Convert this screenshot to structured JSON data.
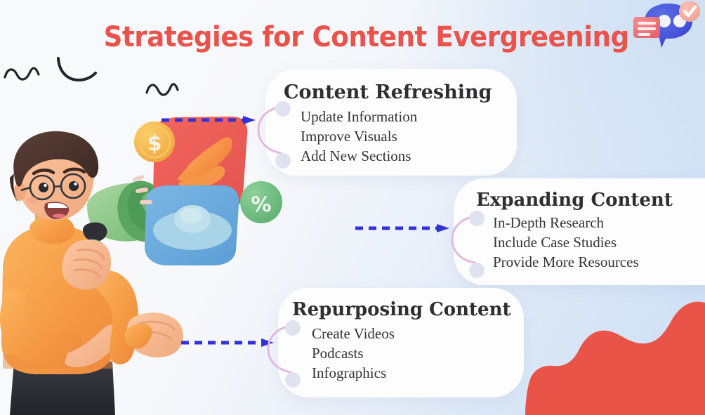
{
  "title": "Strategies for Content Evergreening",
  "colors": {
    "title_red": "#ea534c",
    "arrow_blue": "#3232d6",
    "bracket_pink": "#e3b9e0",
    "card_bg": "#fdfdfe",
    "heading_dark": "#2e2e33",
    "blob_red": "#ea5348",
    "sweater_orange": "#f59b45",
    "megaphone_green": "#8cc98a"
  },
  "cards": [
    {
      "heading": "Content Refreshing",
      "items": [
        "Update Information",
        "Improve Visuals",
        "Add New Sections"
      ]
    },
    {
      "heading": "Expanding Content",
      "items": [
        "In-Depth Research",
        "Include Case Studies",
        "Provide More Resources"
      ]
    },
    {
      "heading": "Repurposing Content",
      "items": [
        "Create Videos",
        "Podcasts",
        "Infographics"
      ]
    }
  ],
  "decorations": {
    "chat_icon": "chat-bubble-check-icon",
    "person_icon": "person-with-megaphone-illustration",
    "floaties": [
      "dollar-coin-icon",
      "shopping-card-icon",
      "percent-badge-icon"
    ],
    "squiggles": [
      "wave-squiggle",
      "arc-squiggle",
      "wave-squiggle"
    ],
    "blob": "red-blob-shape",
    "arrows": [
      "dashed-arrow-to-card-1",
      "dashed-arrow-to-card-2",
      "dashed-arrow-to-card-3"
    ]
  }
}
